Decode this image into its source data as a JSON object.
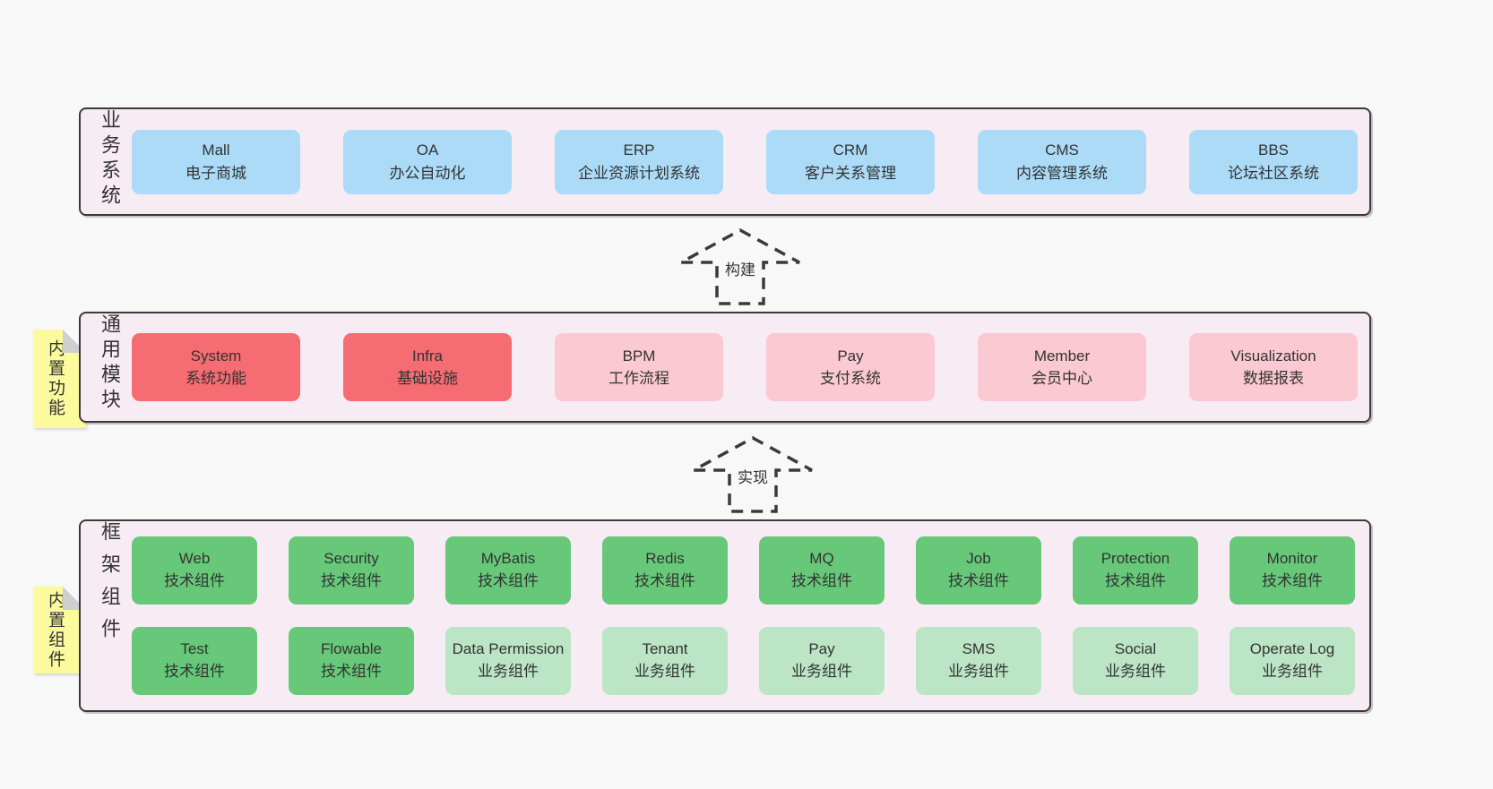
{
  "canvas": {
    "background": "#f8f8f8"
  },
  "palette": {
    "container_bg": "#f7ecf4",
    "container_border": "#3a3a3a",
    "blue": "#abdbf7",
    "red": "#f56c72",
    "pink": "#fbc9d2",
    "green": "#66c878",
    "light_green": "#bbe5c4",
    "note_yellow": "#fbfb9d",
    "note_fold_gray": "#cfcfcf",
    "text": "#333333"
  },
  "arrows": [
    {
      "label": "构建"
    },
    {
      "label": "实现"
    }
  ],
  "layers": [
    {
      "label": "业务系统",
      "items": [
        {
          "en": "Mall",
          "zh": "电子商城",
          "variant": "blue"
        },
        {
          "en": "OA",
          "zh": "办公自动化",
          "variant": "blue"
        },
        {
          "en": "ERP",
          "zh": "企业资源计划系统",
          "variant": "blue"
        },
        {
          "en": "CRM",
          "zh": "客户关系管理",
          "variant": "blue"
        },
        {
          "en": "CMS",
          "zh": "内容管理系统",
          "variant": "blue"
        },
        {
          "en": "BBS",
          "zh": "论坛社区系统",
          "variant": "blue"
        }
      ]
    },
    {
      "label": "通用模块",
      "note": "内置功能",
      "items": [
        {
          "en": "System",
          "zh": "系统功能",
          "variant": "red"
        },
        {
          "en": "Infra",
          "zh": "基础设施",
          "variant": "red"
        },
        {
          "en": "BPM",
          "zh": "工作流程",
          "variant": "pink"
        },
        {
          "en": "Pay",
          "zh": "支付系统",
          "variant": "pink"
        },
        {
          "en": "Member",
          "zh": "会员中心",
          "variant": "pink"
        },
        {
          "en": "Visualization",
          "zh": "数据报表",
          "variant": "pink"
        }
      ]
    },
    {
      "label": "框架组件",
      "note": "内置组件",
      "rows": [
        [
          {
            "en": "Web",
            "zh": "技术组件",
            "variant": "green"
          },
          {
            "en": "Security",
            "zh": "技术组件",
            "variant": "green"
          },
          {
            "en": "MyBatis",
            "zh": "技术组件",
            "variant": "green"
          },
          {
            "en": "Redis",
            "zh": "技术组件",
            "variant": "green"
          },
          {
            "en": "MQ",
            "zh": "技术组件",
            "variant": "green"
          },
          {
            "en": "Job",
            "zh": "技术组件",
            "variant": "green"
          },
          {
            "en": "Protection",
            "zh": "技术组件",
            "variant": "green"
          },
          {
            "en": "Monitor",
            "zh": "技术组件",
            "variant": "green"
          }
        ],
        [
          {
            "en": "Test",
            "zh": "技术组件",
            "variant": "green"
          },
          {
            "en": "Flowable",
            "zh": "技术组件",
            "variant": "green"
          },
          {
            "en": "Data Permission",
            "zh": "业务组件",
            "variant": "light-green"
          },
          {
            "en": "Tenant",
            "zh": "业务组件",
            "variant": "light-green"
          },
          {
            "en": "Pay",
            "zh": "业务组件",
            "variant": "light-green"
          },
          {
            "en": "SMS",
            "zh": "业务组件",
            "variant": "light-green"
          },
          {
            "en": "Social",
            "zh": "业务组件",
            "variant": "light-green"
          },
          {
            "en": "Operate Log",
            "zh": "业务组件",
            "variant": "light-green"
          }
        ]
      ]
    }
  ]
}
